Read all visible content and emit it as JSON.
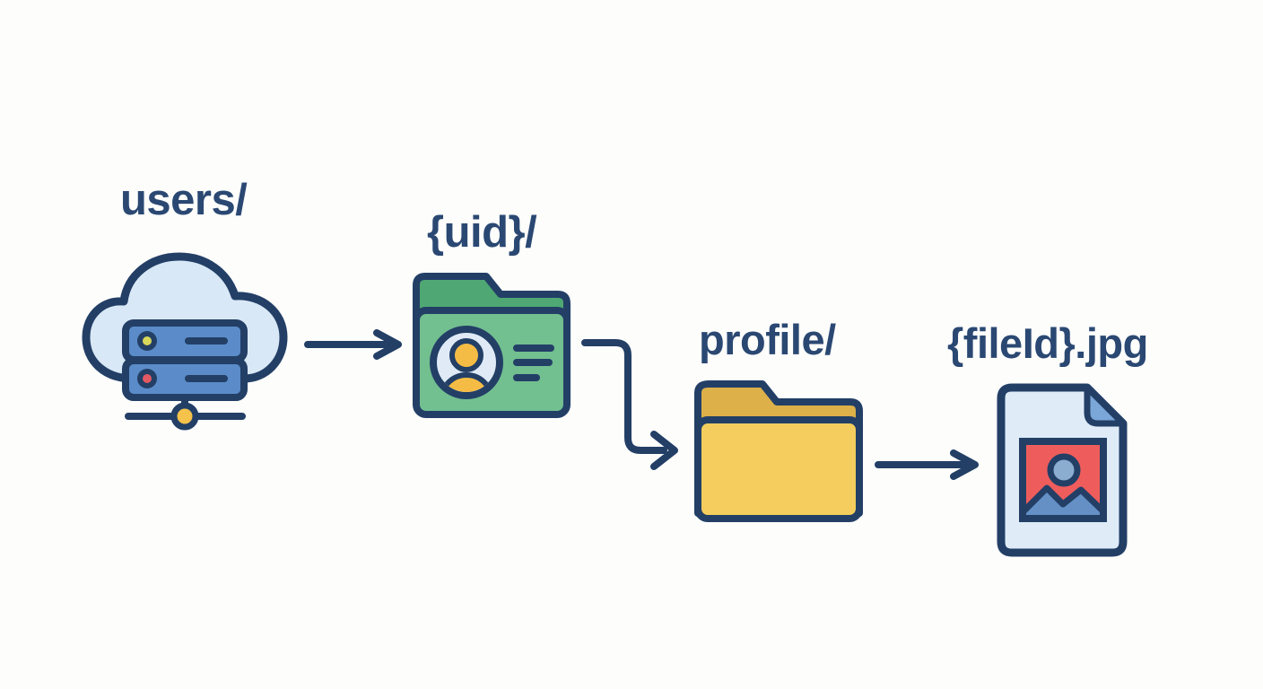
{
  "diagram": {
    "type": "storage-path-flow",
    "background_color": "#fdfdfc",
    "outline_color": "#233f66",
    "text_color": "#2a4872",
    "nodes": [
      {
        "label": "users/",
        "icon": "cloud-server-icon"
      },
      {
        "label": "{uid}/",
        "icon": "user-folder-icon"
      },
      {
        "label": "profile/",
        "icon": "folder-icon"
      },
      {
        "label": "{fileId}.jpg",
        "icon": "image-file-icon"
      }
    ],
    "connections": [
      {
        "from": "users/",
        "to": "{uid}/",
        "style": "straight-arrow"
      },
      {
        "from": "{uid}/",
        "to": "profile/",
        "style": "elbow-arrow"
      },
      {
        "from": "profile/",
        "to": "{fileId}.jpg",
        "style": "straight-arrow"
      }
    ],
    "colors": {
      "navy_outline": "#233f66",
      "cloud_fill": "#d9e8f6",
      "server_fill": "#5b8cc9",
      "server_led_top": "#d8d85a",
      "server_led_bottom": "#e25863",
      "network_node": "#f5c24b",
      "uid_folder_tab": "#4fa873",
      "uid_folder_body": "#72bf90",
      "avatar_circle": "#dfeaf6",
      "avatar_person": "#f5bc45",
      "profile_folder_tab": "#ddb04a",
      "profile_folder_body": "#f4cd5e",
      "file_body": "#dfecf8",
      "file_fold": "#7ba6d8",
      "thumbnail_red": "#ee5d5c",
      "thumbnail_sun": "#8badd0",
      "thumbnail_mountain": "#6490c5"
    }
  }
}
